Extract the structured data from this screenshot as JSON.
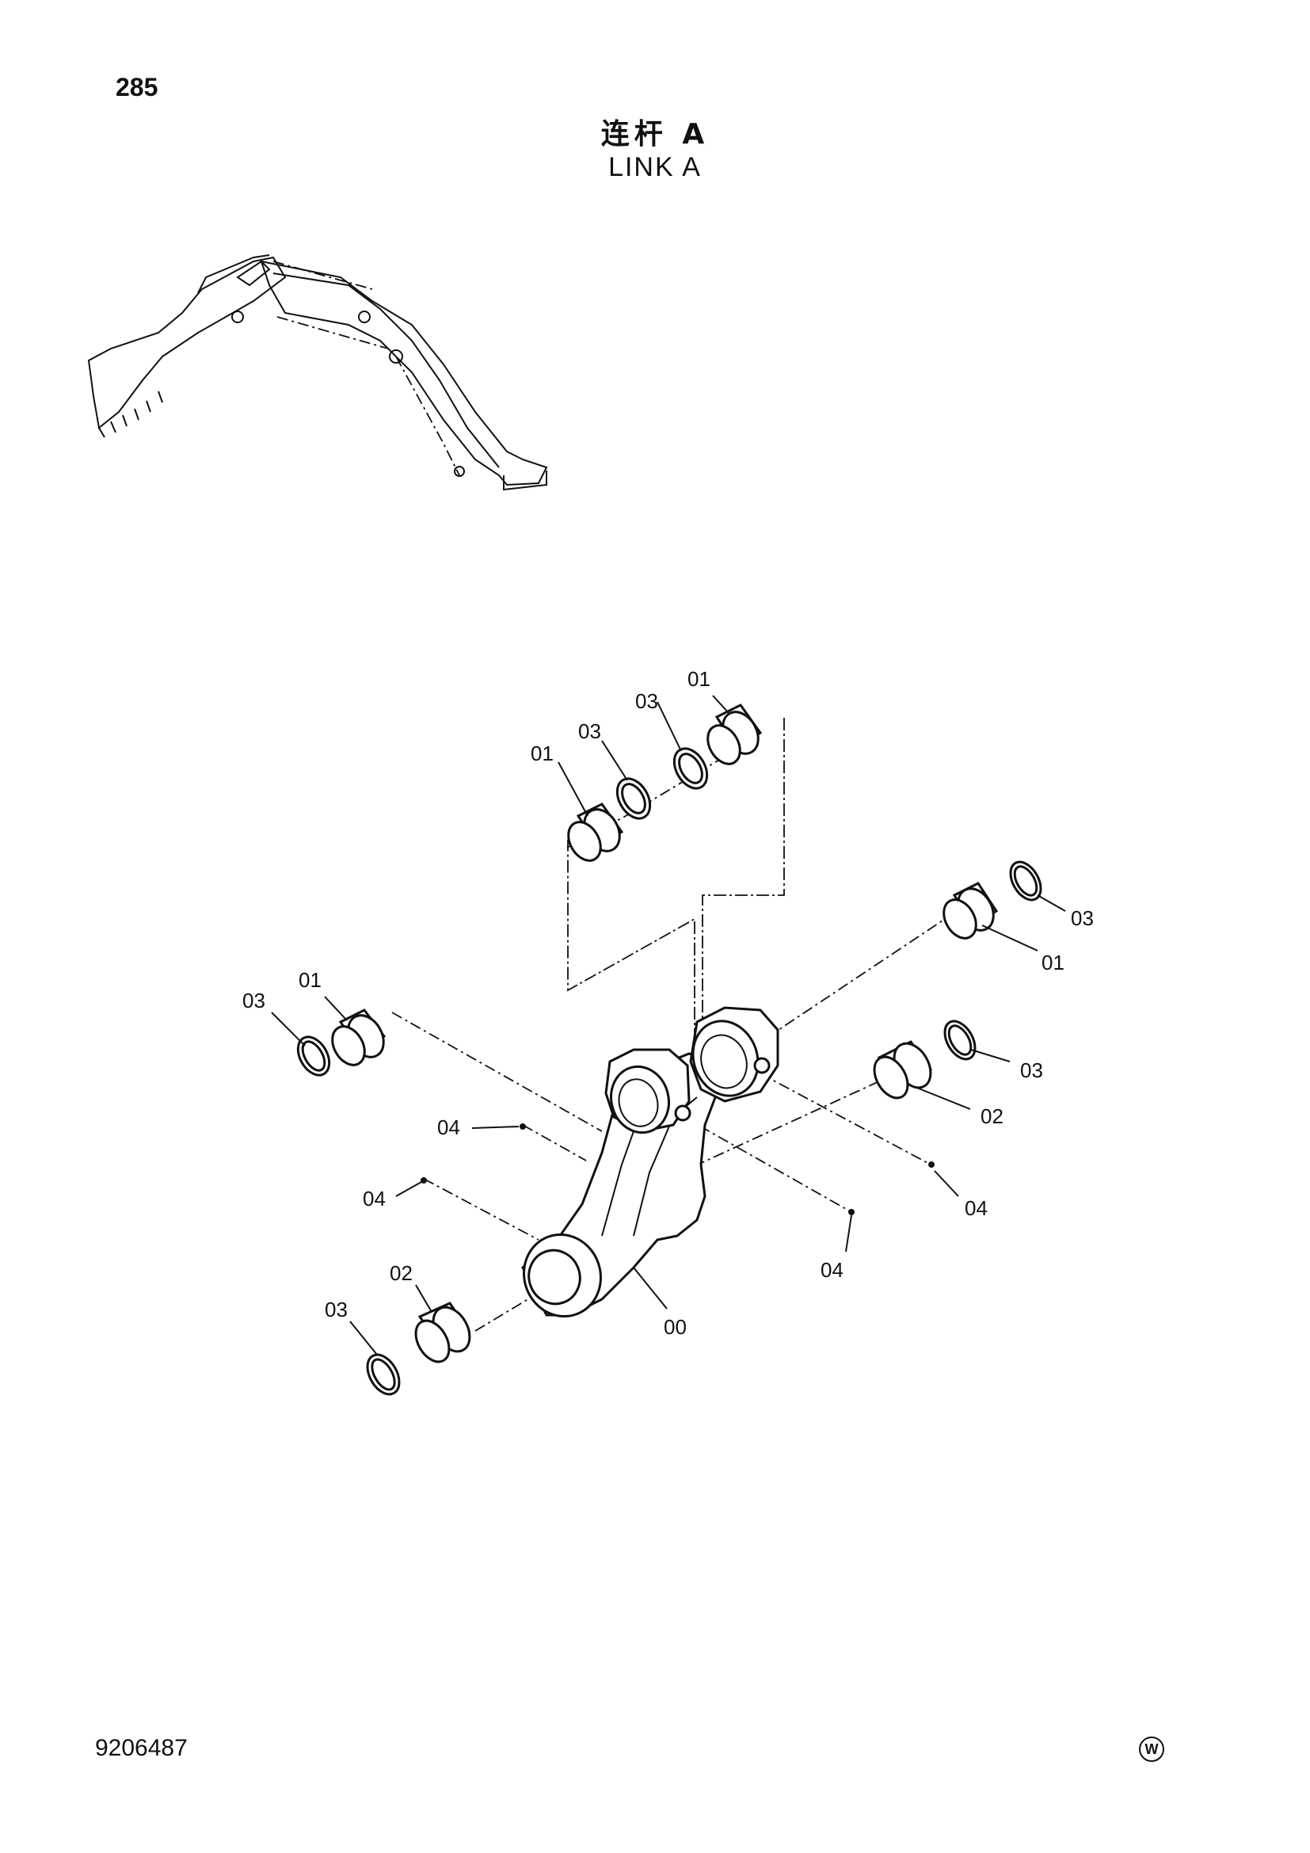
{
  "header": {
    "page_number": "285",
    "title_cn": "连杆 A",
    "title_en": "LINK A"
  },
  "footer": {
    "doc_number": "9206487",
    "mark": "W"
  },
  "callouts": {
    "c01_top_right": "01",
    "c03_top_right": "03",
    "c03_top_mid": "03",
    "c01_top_left": "01",
    "c03_right_upper": "03",
    "c01_right": "01",
    "c01_left": "01",
    "c03_left": "03",
    "c03_right_mid": "03",
    "c02_right": "02",
    "c04_left_upper": "04",
    "c04_left_lower": "04",
    "c04_right": "04",
    "c04_bottom": "04",
    "c02_left": "02",
    "c03_left_lower": "03",
    "c00_body": "00"
  }
}
